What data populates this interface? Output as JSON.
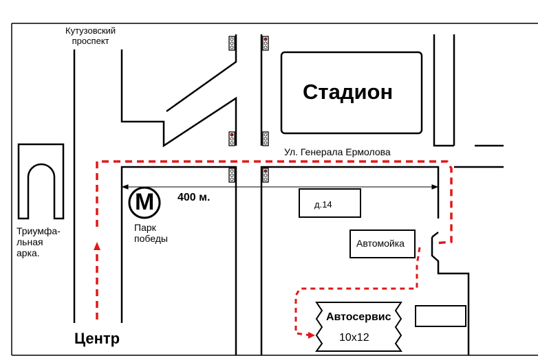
{
  "map": {
    "colors": {
      "roads": "#000000",
      "route": "#e01818",
      "background": "#ffffff"
    },
    "streets": {
      "kutuzovsky": "Кутузовский\nпроспект",
      "ermolova": "Ул. Генерала Ермолова"
    },
    "landmarks": {
      "stadium": "Стадион",
      "arch": "Триумфа-\nльная\nарка.",
      "park": "Парк\nпобеды",
      "metro_letter": "M",
      "building": "д.14",
      "carwash": "Автомойка",
      "service_name": "Автосервис",
      "service_size": "10x12",
      "center": "Центр"
    },
    "distance_label": "400 м.",
    "icons": [
      "traffic-light-icon",
      "metro-icon",
      "arrow-up-icon",
      "arrow-right-icon"
    ]
  }
}
